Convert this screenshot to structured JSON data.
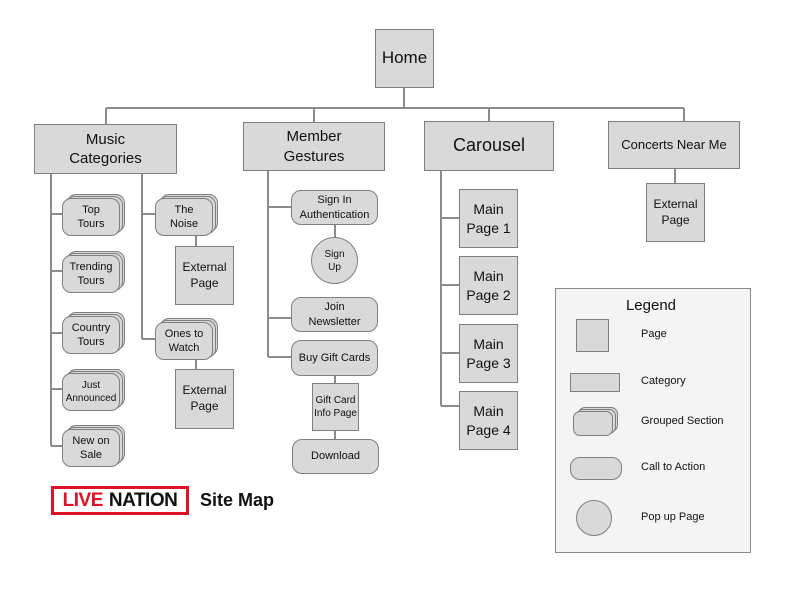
{
  "home": "Home",
  "categories": {
    "music": "Music Categories",
    "member": "Member Gestures",
    "carousel": "Carousel",
    "concerts": "Concerts Near Me"
  },
  "music": {
    "grouped": [
      "Top Tours",
      "Trending Tours",
      "Country Tours",
      "Just Announced",
      "New on Sale"
    ],
    "the_noise": "The Noise",
    "ones_to_watch": "Ones to Watch",
    "external_page": "External Page"
  },
  "member": {
    "sign_in": "Sign In Authentication",
    "sign_up": "Sign Up",
    "join_newsletter": "Join Newsletter",
    "buy_gift_cards": "Buy Gift Cards",
    "gift_card_info": "Gift Card Info Page",
    "download": "Download"
  },
  "carousel": {
    "pages": [
      "Main Page 1",
      "Main Page 2",
      "Main Page 3",
      "Main Page 4"
    ]
  },
  "concerts": {
    "external_page": "External Page"
  },
  "legend": {
    "title": "Legend",
    "items": [
      "Page",
      "Category",
      "Grouped Section",
      "Call to Action",
      "Pop up Page"
    ]
  },
  "branding": {
    "logo_part1": "LIVE",
    "logo_part2": "NATION",
    "title": "Site Map",
    "accent_color": "#e0122a"
  }
}
